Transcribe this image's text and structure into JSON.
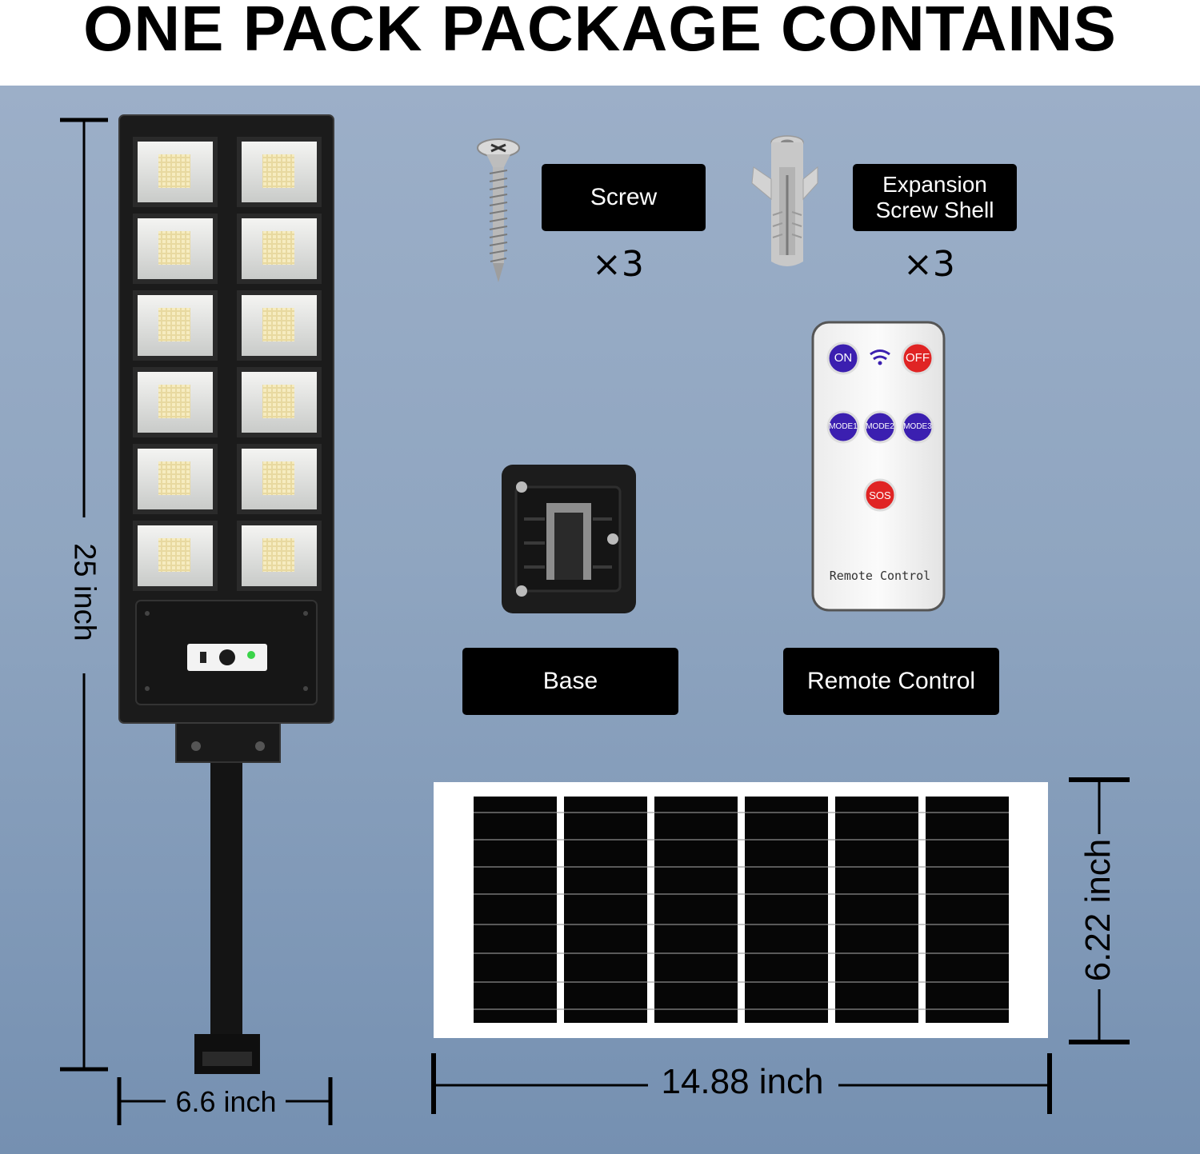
{
  "title": "ONE PACK PACKAGE CONTAINS",
  "items": {
    "screw": {
      "label": "Screw",
      "qty": "×3"
    },
    "shell": {
      "label_line1": "Expansion",
      "label_line2": "Screw Shell",
      "qty": "×3"
    },
    "base": {
      "label": "Base"
    },
    "remote": {
      "label": "Remote Control",
      "btn_on": "ON",
      "btn_off": "OFF",
      "btn_mode1": "MODE1",
      "btn_mode2": "MODE2",
      "btn_mode3": "MODE3",
      "btn_sos": "SOS",
      "printed_text": "Remote Control"
    }
  },
  "dimensions": {
    "lamp_height": "25 inch",
    "lamp_width": "6.6 inch",
    "panel_width": "14.88 inch",
    "panel_height": "6.22 inch"
  },
  "colors": {
    "background_top": "#9cafc8",
    "background_bottom": "#7590b1",
    "label_bg": "#000000",
    "remote_on": "#3b1fb0",
    "remote_off": "#e02424"
  }
}
